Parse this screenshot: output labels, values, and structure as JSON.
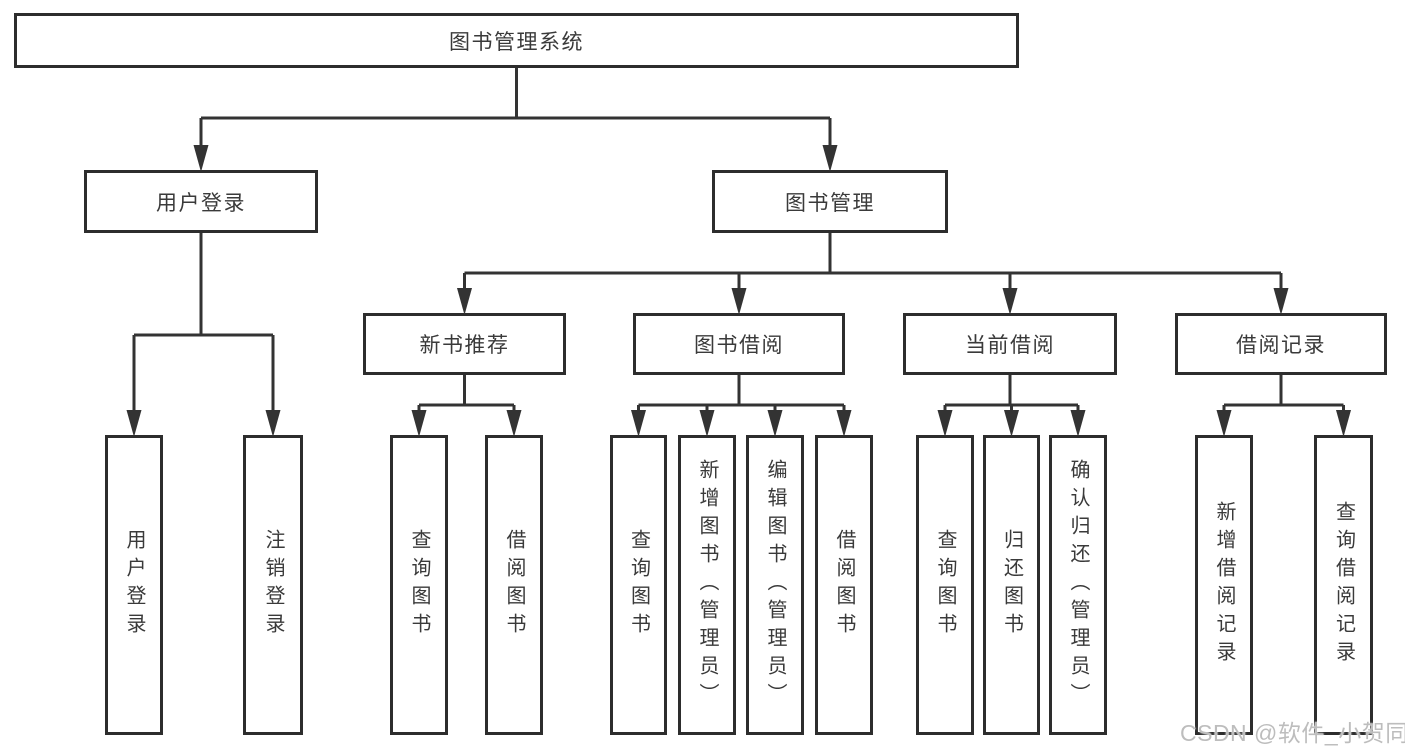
{
  "nodes": {
    "root": {
      "label": "图书管理系统"
    },
    "user_login": {
      "label": "用户登录"
    },
    "book_mgmt": {
      "label": "图书管理"
    },
    "new_book_rec": {
      "label": "新书推荐"
    },
    "book_borrow": {
      "label": "图书借阅"
    },
    "current_borrow": {
      "label": "当前借阅"
    },
    "borrow_records": {
      "label": "借阅记录"
    },
    "leaf_user_login": {
      "label": "用户登录"
    },
    "leaf_logout": {
      "label": "注销登录"
    },
    "leaf_rec_query": {
      "label": "查询图书"
    },
    "leaf_rec_borrow": {
      "label": "借阅图书"
    },
    "leaf_bb_query": {
      "label": "查询图书"
    },
    "leaf_bb_add": {
      "label": "新增图书（管理员）"
    },
    "leaf_bb_edit": {
      "label": "编辑图书（管理员）"
    },
    "leaf_bb_borrow": {
      "label": "借阅图书"
    },
    "leaf_cb_query": {
      "label": "查询图书"
    },
    "leaf_cb_return": {
      "label": "归还图书"
    },
    "leaf_cb_confirm": {
      "label": "确认归还（管理员）"
    },
    "leaf_br_add": {
      "label": "新增借阅记录"
    },
    "leaf_br_query": {
      "label": "查询借阅记录"
    }
  },
  "hierarchy": {
    "图书管理系统": {
      "用户登录": [
        "用户登录",
        "注销登录"
      ],
      "图书管理": {
        "新书推荐": [
          "查询图书",
          "借阅图书"
        ],
        "图书借阅": [
          "查询图书",
          "新增图书（管理员）",
          "编辑图书（管理员）",
          "借阅图书"
        ],
        "当前借阅": [
          "查询图书",
          "归还图书",
          "确认归还（管理员）"
        ],
        "借阅记录": [
          "新增借阅记录",
          "查询借阅记录"
        ]
      }
    }
  },
  "watermark": {
    "text": "CSDN @软件_小贺同学"
  },
  "colors": {
    "line": "#333333",
    "box_border": "#2d2d2d",
    "text": "#3a3a3a",
    "watermark": "#bdbdbd",
    "background": "#ffffff"
  }
}
